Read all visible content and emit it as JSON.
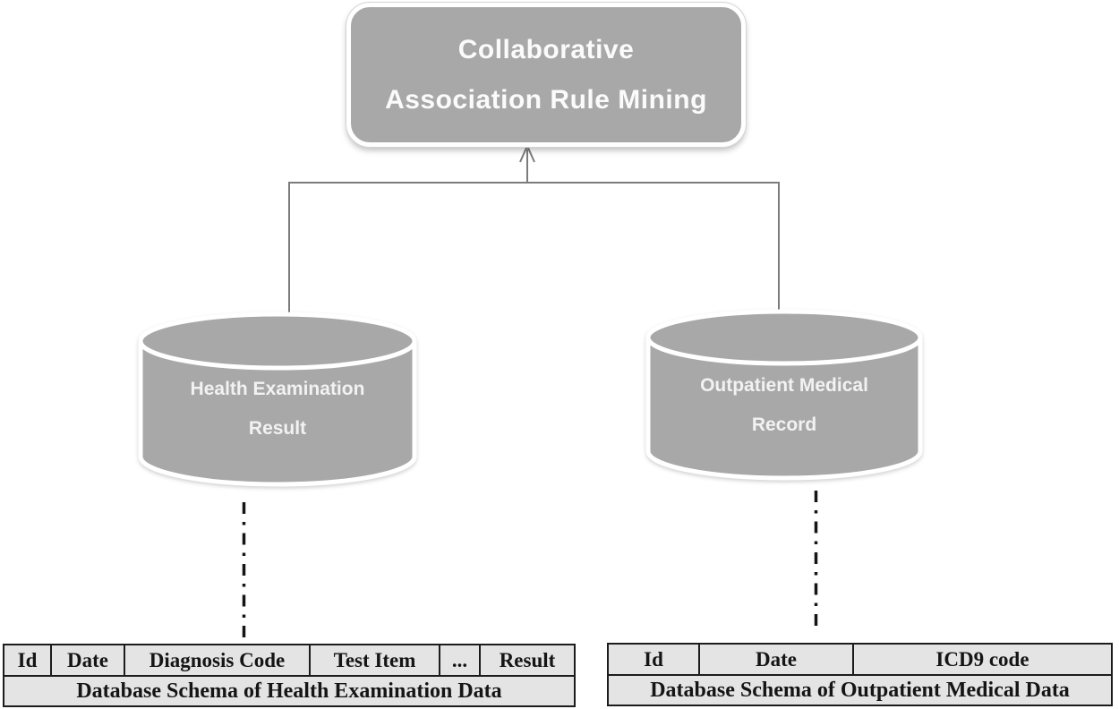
{
  "title_box": {
    "line1": "Collaborative",
    "line2": "Association Rule Mining"
  },
  "databases": [
    {
      "label_lines": [
        "Health Examination",
        "Result"
      ]
    },
    {
      "label_lines": [
        "Outpatient Medical",
        "Record"
      ]
    }
  ],
  "schemas": [
    {
      "columns": [
        "Id",
        "Date",
        "Diagnosis Code",
        "Test Item",
        "...",
        "Result"
      ],
      "caption": "Database Schema of Health Examination Data"
    },
    {
      "columns": [
        "Id",
        "Date",
        "ICD9 code"
      ],
      "caption": "Database Schema of Outpatient Medical Data"
    }
  ],
  "colors": {
    "shape_fill": "#a8a8a8",
    "shape_stroke": "#ffffff",
    "connector": "#7b7b7b",
    "dashed_connector": "#151515",
    "table_background": "#e4e4e4",
    "table_border": "#1c1c1c",
    "title_text": "#fbfbfb",
    "cylinder_text": "#f2f2f2"
  }
}
